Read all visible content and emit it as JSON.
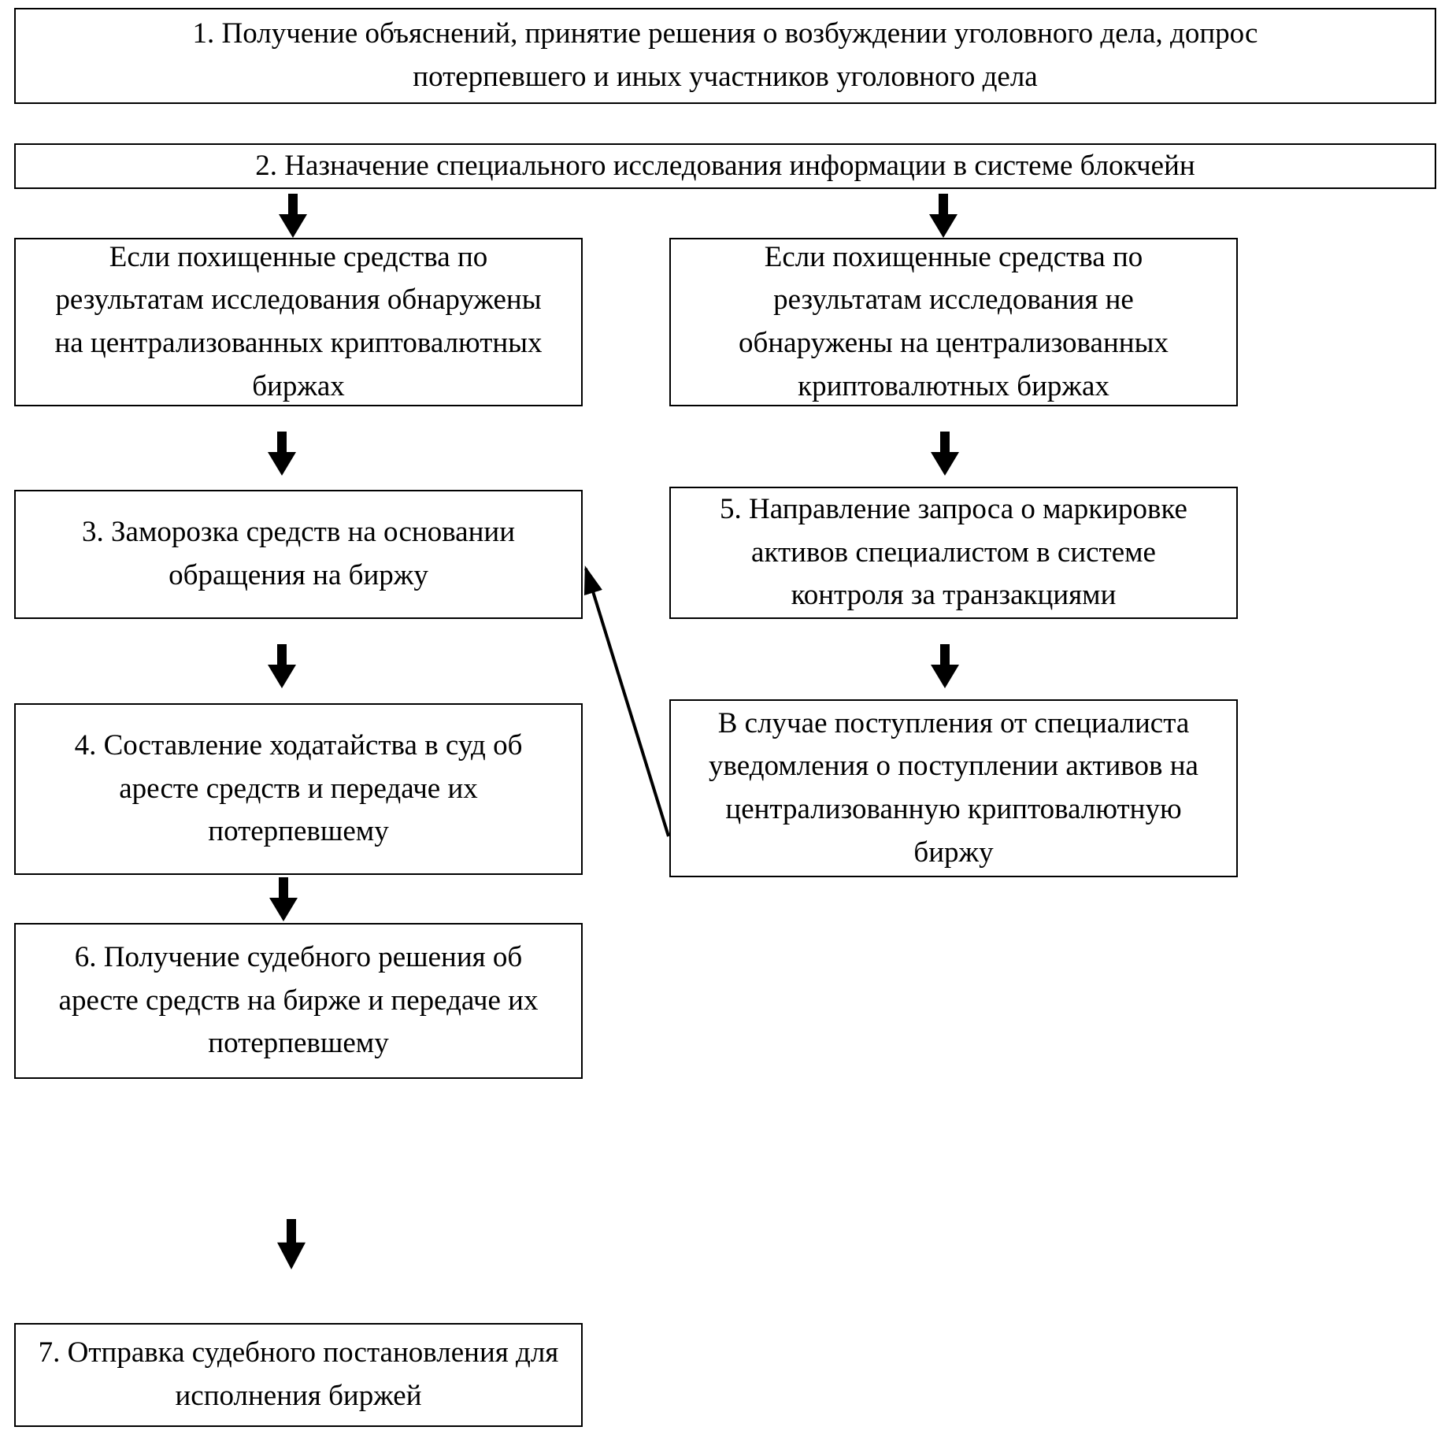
{
  "flowchart": {
    "step1": "1. Получение объяснений, принятие решения о возбуждении уголовного дела, допрос потерпевшего и иных участников уголовного дела",
    "step2": "2. Назначение специального исследования информации в системе блокчейн",
    "condition_found": "Если похищенные средства по результатам исследования обнаружены на централизованных криптовалютных биржах",
    "condition_not_found": "Если похищенные средства по результатам исследования не обнаружены на централизованных криптовалютных биржах",
    "step3": "3. Заморозка средств на основании обращения на биржу",
    "step5": "5. Направление запроса о маркировке активов специалистом в системе контроля за транзакциями",
    "step4": "4. Составление ходатайства в суд об аресте средств и передаче их потерпевшему",
    "notice": "В случае поступления от специалиста уведомления о поступлении активов на централизованную криптовалютную биржу",
    "step6": "6. Получение судебного решения об аресте средств на бирже и передаче их потерпевшему",
    "step7": "7. Отправка судебного постановления для исполнения биржей"
  },
  "colors": {
    "background": "#ffffff",
    "border": "#000000",
    "text": "#000000",
    "arrow": "#000000"
  }
}
